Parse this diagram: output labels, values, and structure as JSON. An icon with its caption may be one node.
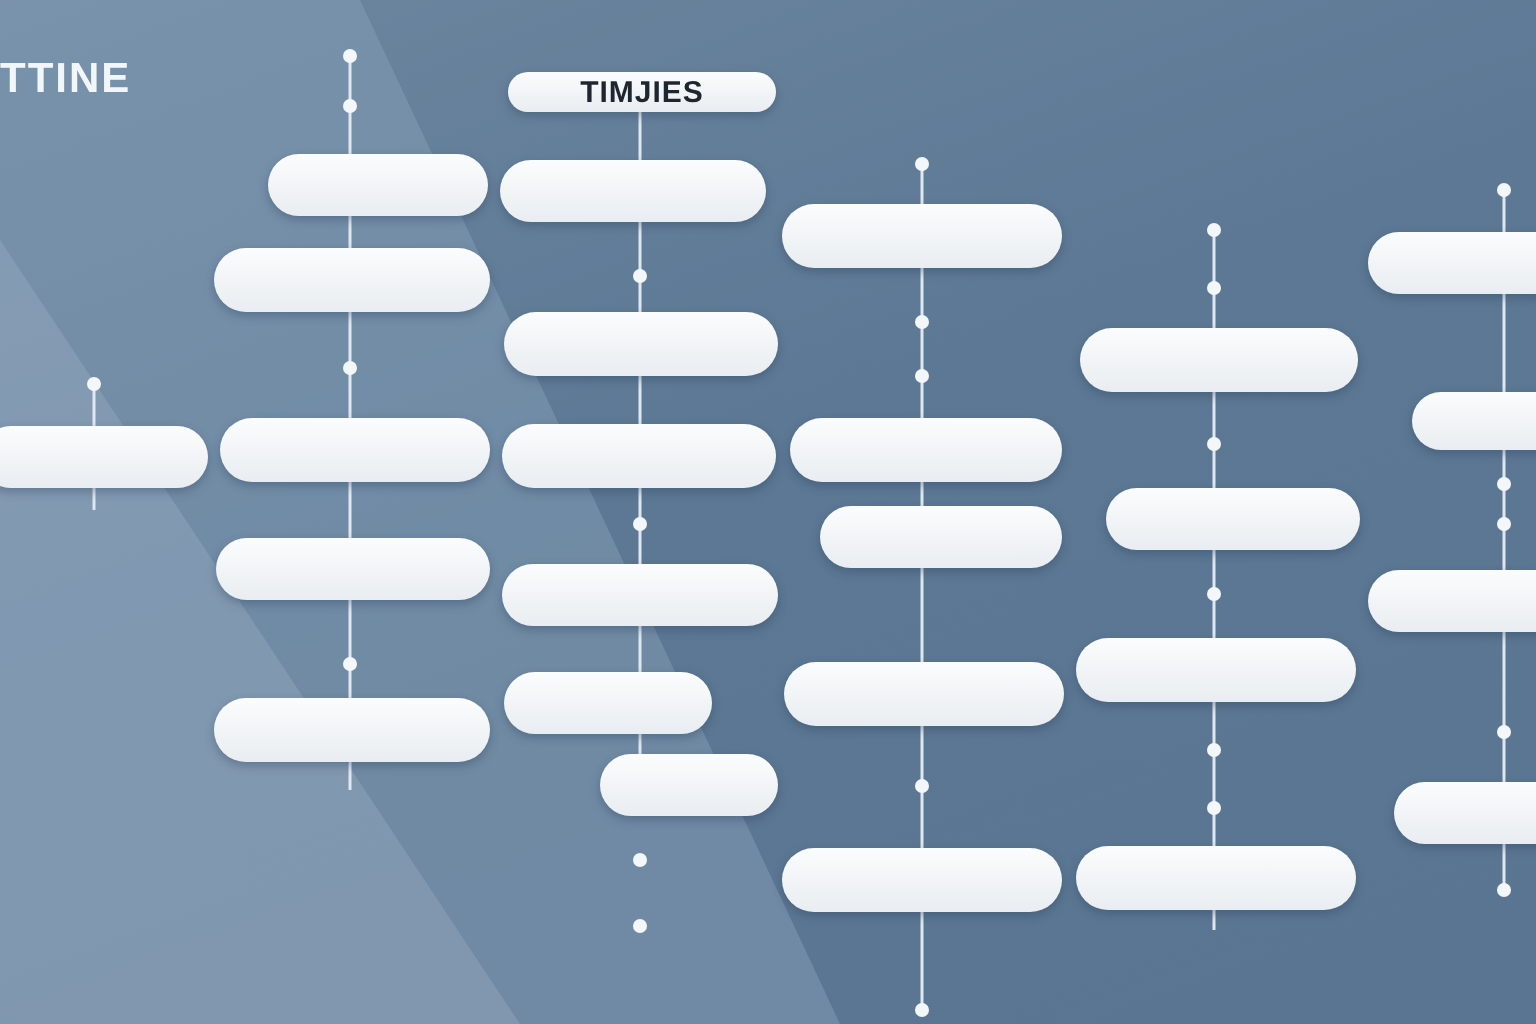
{
  "diagram": {
    "title": "TTINE",
    "nodes": [
      {
        "text": [],
        "shape": "box"
      },
      {
        "text": [],
        "shape": "box"
      },
      {
        "text": [],
        "shape": "box"
      },
      {
        "text": [],
        "shape": "box"
      },
      {
        "text": [],
        "shape": "box"
      },
      {
        "text": [],
        "shape": "box"
      },
      {
        "text": [
          "TIMJIES"
        ]
      },
      {
        "text": [],
        "shape": "box"
      },
      {
        "text": [],
        "shape": "box"
      },
      {
        "text": [],
        "shape": "box"
      },
      {
        "text": [],
        "shape": "box"
      },
      {
        "text": [],
        "shape": "box"
      },
      {
        "text": [],
        "shape": "box"
      },
      {
        "text": [],
        "shape": "box"
      },
      {
        "text": [],
        "shape": "box"
      },
      {
        "text": [],
        "shape": "box"
      },
      {
        "text": [],
        "shape": "box"
      },
      {
        "text": [],
        "shape": "box"
      },
      {
        "text": [],
        "shape": "box"
      },
      {
        "text": [],
        "shape": "box"
      },
      {
        "text": [],
        "shape": "box"
      },
      {
        "text": [],
        "shape": "box"
      },
      {
        "text": [],
        "shape": "box"
      },
      {
        "text": [],
        "shape": "box"
      },
      {
        "text": [],
        "shape": "box"
      },
      {
        "text": [],
        "shape": "box"
      }
    ],
    "edges": [
      {
        "from": 1,
        "to": 2,
        "arrow": "none"
      },
      {
        "from": 2,
        "to": 3,
        "arrow": "none"
      },
      {
        "from": 3,
        "to": 4,
        "arrow": "none"
      },
      {
        "from": 4,
        "to": 5,
        "arrow": "none"
      },
      {
        "from": 6,
        "to": 7,
        "arrow": "none"
      },
      {
        "from": 7,
        "to": 8,
        "arrow": "none"
      },
      {
        "from": 8,
        "to": 9,
        "arrow": "none"
      },
      {
        "from": 9,
        "to": 10,
        "arrow": "none"
      },
      {
        "from": 10,
        "to": 11,
        "arrow": "none"
      },
      {
        "from": 11,
        "to": 12,
        "arrow": "none"
      },
      {
        "from": 13,
        "to": 14,
        "arrow": "none"
      },
      {
        "from": 14,
        "to": 15,
        "arrow": "none"
      },
      {
        "from": 15,
        "to": 16,
        "arrow": "none"
      },
      {
        "from": 16,
        "to": 17,
        "arrow": "none"
      },
      {
        "from": 18,
        "to": 19,
        "arrow": "none"
      },
      {
        "from": 19,
        "to": 20,
        "arrow": "none"
      },
      {
        "from": 20,
        "to": 21,
        "arrow": "none"
      },
      {
        "from": 22,
        "to": 23,
        "arrow": "none"
      },
      {
        "from": 23,
        "to": 24,
        "arrow": "none"
      },
      {
        "from": 24,
        "to": 25,
        "arrow": "none"
      }
    ]
  }
}
